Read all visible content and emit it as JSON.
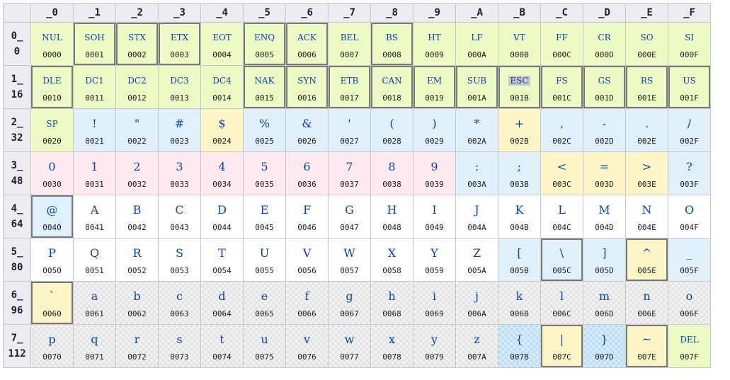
{
  "column_headers": [
    "_0",
    "_1",
    "_2",
    "_3",
    "_4",
    "_5",
    "_6",
    "_7",
    "_8",
    "_9",
    "_A",
    "_B",
    "_C",
    "_D",
    "_E",
    "_F"
  ],
  "rows": [
    {
      "prefix": "0_",
      "decimal": "0",
      "cells": [
        {
          "glyph": "NUL",
          "code": "0000",
          "cat": "ctrl",
          "hl": false
        },
        {
          "glyph": "SOH",
          "code": "0001",
          "cat": "ctrl",
          "hl": true
        },
        {
          "glyph": "STX",
          "code": "0002",
          "cat": "ctrl",
          "hl": true
        },
        {
          "glyph": "ETX",
          "code": "0003",
          "cat": "ctrl",
          "hl": true
        },
        {
          "glyph": "EOT",
          "code": "0004",
          "cat": "ctrl",
          "hl": false
        },
        {
          "glyph": "ENQ",
          "code": "0005",
          "cat": "ctrl",
          "hl": true
        },
        {
          "glyph": "ACK",
          "code": "0006",
          "cat": "ctrl",
          "hl": true
        },
        {
          "glyph": "BEL",
          "code": "0007",
          "cat": "ctrl",
          "hl": false
        },
        {
          "glyph": "BS",
          "code": "0008",
          "cat": "ctrl",
          "hl": true
        },
        {
          "glyph": "HT",
          "code": "0009",
          "cat": "ctrl",
          "hl": false
        },
        {
          "glyph": "LF",
          "code": "000A",
          "cat": "ctrl",
          "hl": false
        },
        {
          "glyph": "VT",
          "code": "000B",
          "cat": "ctrl",
          "hl": false
        },
        {
          "glyph": "FF",
          "code": "000C",
          "cat": "ctrl",
          "hl": false
        },
        {
          "glyph": "CR",
          "code": "000D",
          "cat": "ctrl",
          "hl": false
        },
        {
          "glyph": "SO",
          "code": "000E",
          "cat": "ctrl",
          "hl": false
        },
        {
          "glyph": "SI",
          "code": "000F",
          "cat": "ctrl",
          "hl": false
        }
      ]
    },
    {
      "prefix": "1_",
      "decimal": "16",
      "cells": [
        {
          "glyph": "DLE",
          "code": "0010",
          "cat": "ctrl",
          "hl": true
        },
        {
          "glyph": "DC1",
          "code": "0011",
          "cat": "ctrl",
          "hl": false
        },
        {
          "glyph": "DC2",
          "code": "0012",
          "cat": "ctrl",
          "hl": false
        },
        {
          "glyph": "DC3",
          "code": "0013",
          "cat": "ctrl",
          "hl": false
        },
        {
          "glyph": "DC4",
          "code": "0014",
          "cat": "ctrl",
          "hl": false
        },
        {
          "glyph": "NAK",
          "code": "0015",
          "cat": "ctrl",
          "hl": true
        },
        {
          "glyph": "SYN",
          "code": "0016",
          "cat": "ctrl",
          "hl": true
        },
        {
          "glyph": "ETB",
          "code": "0017",
          "cat": "ctrl",
          "hl": true
        },
        {
          "glyph": "CAN",
          "code": "0018",
          "cat": "ctrl",
          "hl": true
        },
        {
          "glyph": "EM",
          "code": "0019",
          "cat": "ctrl",
          "hl": true
        },
        {
          "glyph": "SUB",
          "code": "001A",
          "cat": "ctrl",
          "hl": true
        },
        {
          "glyph": "ESC",
          "code": "001B",
          "cat": "ctrl",
          "hl": true,
          "mark": true
        },
        {
          "glyph": "FS",
          "code": "001C",
          "cat": "ctrl",
          "hl": true
        },
        {
          "glyph": "GS",
          "code": "001D",
          "cat": "ctrl",
          "hl": true
        },
        {
          "glyph": "RS",
          "code": "001E",
          "cat": "ctrl",
          "hl": true
        },
        {
          "glyph": "US",
          "code": "001F",
          "cat": "ctrl",
          "hl": true
        }
      ]
    },
    {
      "prefix": "2_",
      "decimal": "32",
      "cells": [
        {
          "glyph": "SP",
          "code": "0020",
          "cat": "ctrl",
          "hl": false,
          "small": true
        },
        {
          "glyph": "!",
          "code": "0021",
          "cat": "punct",
          "hl": false
        },
        {
          "glyph": "\"",
          "code": "0022",
          "cat": "punct",
          "hl": false
        },
        {
          "glyph": "#",
          "code": "0023",
          "cat": "punct",
          "hl": false
        },
        {
          "glyph": "$",
          "code": "0024",
          "cat": "sym",
          "hl": false
        },
        {
          "glyph": "%",
          "code": "0025",
          "cat": "punct",
          "hl": false
        },
        {
          "glyph": "&",
          "code": "0026",
          "cat": "punct",
          "hl": false
        },
        {
          "glyph": "'",
          "code": "0027",
          "cat": "punct",
          "hl": false
        },
        {
          "glyph": "(",
          "code": "0028",
          "cat": "punct",
          "hl": false
        },
        {
          "glyph": ")",
          "code": "0029",
          "cat": "punct",
          "hl": false
        },
        {
          "glyph": "*",
          "code": "002A",
          "cat": "punct",
          "hl": false
        },
        {
          "glyph": "+",
          "code": "002B",
          "cat": "sym",
          "hl": false
        },
        {
          "glyph": ",",
          "code": "002C",
          "cat": "punct",
          "hl": false
        },
        {
          "glyph": "-",
          "code": "002D",
          "cat": "punct",
          "hl": false
        },
        {
          "glyph": ".",
          "code": "002E",
          "cat": "punct",
          "hl": false
        },
        {
          "glyph": "/",
          "code": "002F",
          "cat": "punct",
          "hl": false
        }
      ]
    },
    {
      "prefix": "3_",
      "decimal": "48",
      "cells": [
        {
          "glyph": "0",
          "code": "0030",
          "cat": "digit",
          "hl": false
        },
        {
          "glyph": "1",
          "code": "0031",
          "cat": "digit",
          "hl": false
        },
        {
          "glyph": "2",
          "code": "0032",
          "cat": "digit",
          "hl": false
        },
        {
          "glyph": "3",
          "code": "0033",
          "cat": "digit",
          "hl": false
        },
        {
          "glyph": "4",
          "code": "0034",
          "cat": "digit",
          "hl": false
        },
        {
          "glyph": "5",
          "code": "0035",
          "cat": "digit",
          "hl": false
        },
        {
          "glyph": "6",
          "code": "0036",
          "cat": "digit",
          "hl": false
        },
        {
          "glyph": "7",
          "code": "0037",
          "cat": "digit",
          "hl": false
        },
        {
          "glyph": "8",
          "code": "0038",
          "cat": "digit",
          "hl": false
        },
        {
          "glyph": "9",
          "code": "0039",
          "cat": "digit",
          "hl": false
        },
        {
          "glyph": ":",
          "code": "003A",
          "cat": "punct",
          "hl": false
        },
        {
          "glyph": ";",
          "code": "003B",
          "cat": "punct",
          "hl": false
        },
        {
          "glyph": "<",
          "code": "003C",
          "cat": "sym",
          "hl": false
        },
        {
          "glyph": "=",
          "code": "003D",
          "cat": "sym",
          "hl": false
        },
        {
          "glyph": ">",
          "code": "003E",
          "cat": "sym",
          "hl": false
        },
        {
          "glyph": "?",
          "code": "003F",
          "cat": "punct",
          "hl": false
        }
      ]
    },
    {
      "prefix": "4_",
      "decimal": "64",
      "cells": [
        {
          "glyph": "@",
          "code": "0040",
          "cat": "punct",
          "hl": true
        },
        {
          "glyph": "A",
          "code": "0041",
          "cat": "upper",
          "hl": false
        },
        {
          "glyph": "B",
          "code": "0042",
          "cat": "upper",
          "hl": false
        },
        {
          "glyph": "C",
          "code": "0043",
          "cat": "upper",
          "hl": false
        },
        {
          "glyph": "D",
          "code": "0044",
          "cat": "upper",
          "hl": false
        },
        {
          "glyph": "E",
          "code": "0045",
          "cat": "upper",
          "hl": false
        },
        {
          "glyph": "F",
          "code": "0046",
          "cat": "upper",
          "hl": false
        },
        {
          "glyph": "G",
          "code": "0047",
          "cat": "upper",
          "hl": false
        },
        {
          "glyph": "H",
          "code": "0048",
          "cat": "upper",
          "hl": false
        },
        {
          "glyph": "I",
          "code": "0049",
          "cat": "upper",
          "hl": false
        },
        {
          "glyph": "J",
          "code": "004A",
          "cat": "upper",
          "hl": false
        },
        {
          "glyph": "K",
          "code": "004B",
          "cat": "upper",
          "hl": false
        },
        {
          "glyph": "L",
          "code": "004C",
          "cat": "upper",
          "hl": false
        },
        {
          "glyph": "M",
          "code": "004D",
          "cat": "upper",
          "hl": false
        },
        {
          "glyph": "N",
          "code": "004E",
          "cat": "upper",
          "hl": false
        },
        {
          "glyph": "O",
          "code": "004F",
          "cat": "upper",
          "hl": false
        }
      ]
    },
    {
      "prefix": "5_",
      "decimal": "80",
      "cells": [
        {
          "glyph": "P",
          "code": "0050",
          "cat": "upper",
          "hl": false
        },
        {
          "glyph": "Q",
          "code": "0051",
          "cat": "upper",
          "hl": false
        },
        {
          "glyph": "R",
          "code": "0052",
          "cat": "upper",
          "hl": false
        },
        {
          "glyph": "S",
          "code": "0053",
          "cat": "upper",
          "hl": false
        },
        {
          "glyph": "T",
          "code": "0054",
          "cat": "upper",
          "hl": false
        },
        {
          "glyph": "U",
          "code": "0055",
          "cat": "upper",
          "hl": false
        },
        {
          "glyph": "V",
          "code": "0056",
          "cat": "upper",
          "hl": false
        },
        {
          "glyph": "W",
          "code": "0057",
          "cat": "upper",
          "hl": false
        },
        {
          "glyph": "X",
          "code": "0058",
          "cat": "upper",
          "hl": false
        },
        {
          "glyph": "Y",
          "code": "0059",
          "cat": "upper",
          "hl": false
        },
        {
          "glyph": "Z",
          "code": "005A",
          "cat": "upper",
          "hl": false
        },
        {
          "glyph": "[",
          "code": "005B",
          "cat": "punct",
          "hl": false
        },
        {
          "glyph": "\\",
          "code": "005C",
          "cat": "punct",
          "hl": true
        },
        {
          "glyph": "]",
          "code": "005D",
          "cat": "punct",
          "hl": false
        },
        {
          "glyph": "^",
          "code": "005E",
          "cat": "sym",
          "hl": true
        },
        {
          "glyph": "_",
          "code": "005F",
          "cat": "punct",
          "hl": false
        }
      ]
    },
    {
      "prefix": "6_",
      "decimal": "96",
      "cells": [
        {
          "glyph": "`",
          "code": "0060",
          "cat": "sym",
          "hl": true
        },
        {
          "glyph": "a",
          "code": "0061",
          "cat": "lower",
          "hl": false
        },
        {
          "glyph": "b",
          "code": "0062",
          "cat": "lower",
          "hl": false
        },
        {
          "glyph": "c",
          "code": "0063",
          "cat": "lower",
          "hl": false
        },
        {
          "glyph": "d",
          "code": "0064",
          "cat": "lower",
          "hl": false
        },
        {
          "glyph": "e",
          "code": "0065",
          "cat": "lower",
          "hl": false
        },
        {
          "glyph": "f",
          "code": "0066",
          "cat": "lower",
          "hl": false
        },
        {
          "glyph": "g",
          "code": "0067",
          "cat": "lower",
          "hl": false
        },
        {
          "glyph": "h",
          "code": "0068",
          "cat": "lower",
          "hl": false
        },
        {
          "glyph": "i",
          "code": "0069",
          "cat": "lower",
          "hl": false
        },
        {
          "glyph": "j",
          "code": "006A",
          "cat": "lower",
          "hl": false
        },
        {
          "glyph": "k",
          "code": "006B",
          "cat": "lower",
          "hl": false
        },
        {
          "glyph": "l",
          "code": "006C",
          "cat": "lower",
          "hl": false
        },
        {
          "glyph": "m",
          "code": "006D",
          "cat": "lower",
          "hl": false
        },
        {
          "glyph": "n",
          "code": "006E",
          "cat": "lower",
          "hl": false
        },
        {
          "glyph": "o",
          "code": "006F",
          "cat": "lower",
          "hl": false
        }
      ]
    },
    {
      "prefix": "7_",
      "decimal": "112",
      "cells": [
        {
          "glyph": "p",
          "code": "0070",
          "cat": "lower",
          "hl": false
        },
        {
          "glyph": "q",
          "code": "0071",
          "cat": "lower",
          "hl": false
        },
        {
          "glyph": "r",
          "code": "0072",
          "cat": "lower",
          "hl": false
        },
        {
          "glyph": "s",
          "code": "0073",
          "cat": "lower",
          "hl": false
        },
        {
          "glyph": "t",
          "code": "0074",
          "cat": "lower",
          "hl": false
        },
        {
          "glyph": "u",
          "code": "0075",
          "cat": "lower",
          "hl": false
        },
        {
          "glyph": "v",
          "code": "0076",
          "cat": "lower",
          "hl": false
        },
        {
          "glyph": "w",
          "code": "0077",
          "cat": "lower",
          "hl": false
        },
        {
          "glyph": "x",
          "code": "0078",
          "cat": "lower",
          "hl": false
        },
        {
          "glyph": "y",
          "code": "0079",
          "cat": "lower",
          "hl": false
        },
        {
          "glyph": "z",
          "code": "007A",
          "cat": "lower",
          "hl": false
        },
        {
          "glyph": "{",
          "code": "007B",
          "cat": "lowblue",
          "hl": false
        },
        {
          "glyph": "|",
          "code": "007C",
          "cat": "sym",
          "hl": true
        },
        {
          "glyph": "}",
          "code": "007D",
          "cat": "lowblue",
          "hl": false
        },
        {
          "glyph": "~",
          "code": "007E",
          "cat": "sym",
          "hl": true
        },
        {
          "glyph": "DEL",
          "code": "007F",
          "cat": "ctrl",
          "hl": false
        }
      ]
    }
  ],
  "colors": {
    "control": "#ecfbc4",
    "punctuation": "#dff0fb",
    "digit": "#fdeaee",
    "symbol": "#fcf5c6",
    "uppercase": "#ffffff",
    "lowercase_pattern": "#e3e3e3",
    "highlight_border": "#7a7a7a",
    "glyph_text": "#0645ad"
  }
}
